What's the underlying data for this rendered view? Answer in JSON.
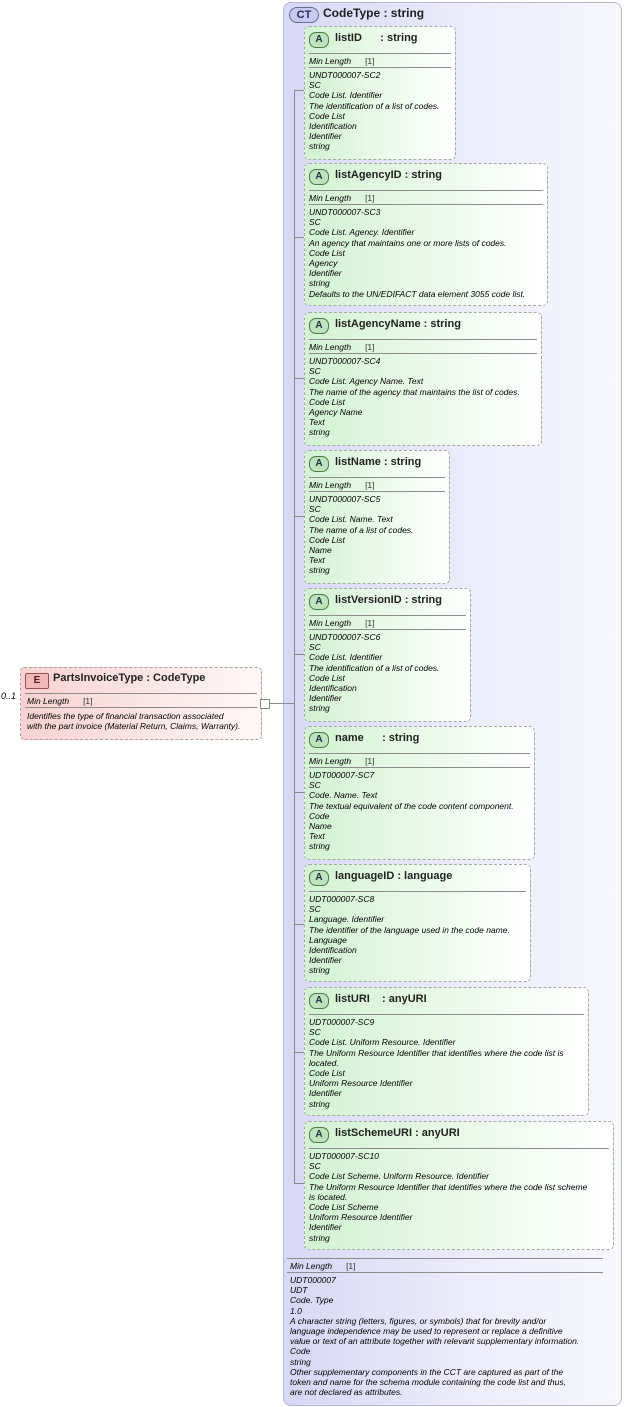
{
  "complex_type": {
    "badge": "CT",
    "title": "CodeType : string",
    "facet_label": "Min Length",
    "facet_value": "[1]",
    "doc_lines": [
      "UDT000007",
      "UDT",
      "Code. Type",
      "1.0",
      "A character string (letters, figures, or symbols) that for brevity and/or",
      "language independence may be used to represent or replace a definitive",
      "value or text of an attribute together with relevant supplementary information.",
      "Code",
      "string",
      "Other supplementary components in the CCT are captured as part of the",
      "token and name for the schema module containing the code list and thus,",
      "are not declared as attributes."
    ]
  },
  "element": {
    "badge": "E",
    "title": "PartsInvoiceType : CodeType",
    "occurrence": "0..1",
    "facet_label": "Min Length",
    "facet_value": "[1]",
    "doc_lines": [
      "Identifies the type of financial transaction associated",
      "with the part invoice (Material Return, Claims, Warranty)."
    ]
  },
  "attributes": [
    {
      "badge": "A",
      "title": "listID      : string",
      "facet_label": "Min Length",
      "facet_value": "[1]",
      "doc_lines": [
        "UNDT000007-SC2",
        "SC",
        "Code List. Identifier",
        "The identification of a list of codes.",
        "Code List",
        "Identification",
        "Identifier",
        "string"
      ]
    },
    {
      "badge": "A",
      "title": "listAgencyID : string",
      "facet_label": "Min Length",
      "facet_value": "[1]",
      "doc_lines": [
        "UNDT000007-SC3",
        "SC",
        "Code List. Agency. Identifier",
        "An agency that maintains one or more lists of codes.",
        "Code List",
        "Agency",
        "Identifier",
        "string",
        "Defaults to the UN/EDIFACT data element 3055 code list."
      ]
    },
    {
      "badge": "A",
      "title": "listAgencyName : string",
      "facet_label": "Min Length",
      "facet_value": "[1]",
      "doc_lines": [
        "UNDT000007-SC4",
        "SC",
        "Code List. Agency Name. Text",
        "The name of the agency that maintains the list of codes.",
        "Code List",
        "Agency Name",
        "Text",
        "string"
      ]
    },
    {
      "badge": "A",
      "title": "listName : string",
      "facet_label": "Min Length",
      "facet_value": "[1]",
      "doc_lines": [
        "UNDT000007-SC5",
        "SC",
        "Code List. Name. Text",
        "The name of a list of codes.",
        "Code List",
        "Name",
        "Text",
        "string"
      ]
    },
    {
      "badge": "A",
      "title": "listVersionID : string",
      "facet_label": "Min Length",
      "facet_value": "[1]",
      "doc_lines": [
        "UNDT000007-SC6",
        "SC",
        "Code List. Identifier",
        "The identification of a list of codes.",
        "Code List",
        "Identification",
        "Identifier",
        "string"
      ]
    },
    {
      "badge": "A",
      "title": "name      : string",
      "facet_label": "Min Length",
      "facet_value": "[1]",
      "doc_lines": [
        "UDT000007-SC7",
        "SC",
        "Code. Name. Text",
        "The textual equivalent of the code content component.",
        "Code",
        "Name",
        "Text",
        "string"
      ]
    },
    {
      "badge": "A",
      "title": "languageID : language",
      "doc_lines": [
        "UDT000007-SC8",
        "SC",
        "Language. Identifier",
        "The identifier of the language used in the code name.",
        "Language",
        "Identification",
        "Identifier",
        "string"
      ]
    },
    {
      "badge": "A",
      "title": "listURI    : anyURI",
      "doc_lines": [
        "UDT000007-SC9",
        "SC",
        "Code List. Uniform Resource. Identifier",
        "The Uniform Resource Identifier that identifies where the code list is",
        "located.",
        "Code List",
        "Uniform Resource Identifier",
        "Identifier",
        "string"
      ]
    },
    {
      "badge": "A",
      "title": "listSchemeURI : anyURI",
      "doc_lines": [
        "UDT000007-SC10",
        "SC",
        "Code List Scheme. Uniform Resource. Identifier",
        "The Uniform Resource Identifier that identifies where the code list scheme",
        "is located.",
        "Code List Scheme",
        "Uniform Resource Identifier",
        "Identifier",
        "string"
      ]
    }
  ]
}
